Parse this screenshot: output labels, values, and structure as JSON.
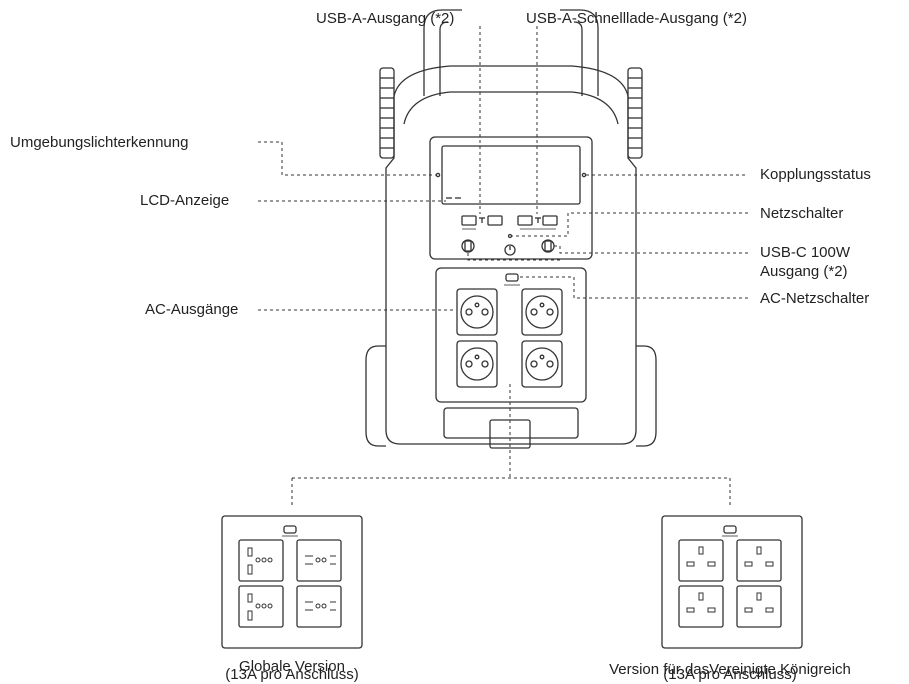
{
  "labels": {
    "usb_a_output": "USB-A-Ausgang (*2)",
    "usb_a_fast_output": "USB-A-Schnelllade-Ausgang (*2)",
    "ambient_light_sensor": "Umgebungslichterkennung",
    "lcd_display": "LCD-Anzeige",
    "ac_outputs": "AC-Ausgänge",
    "pairing_status": "Kopplungsstatus",
    "power_switch": "Netzschalter",
    "usb_c_line1": "USB-C 100W",
    "usb_c_line2": "Ausgang (*2)",
    "ac_power_switch": "AC-Netzschalter"
  },
  "versions": {
    "global_name": "Globale Version",
    "global_note": "(13A pro Anschluss)",
    "uk_name": "Version für dasVereinigte Königreich",
    "uk_note": "(13A pro Anschluss)"
  },
  "colors": {
    "line": "#333333",
    "text": "#222222",
    "background": "#ffffff"
  }
}
